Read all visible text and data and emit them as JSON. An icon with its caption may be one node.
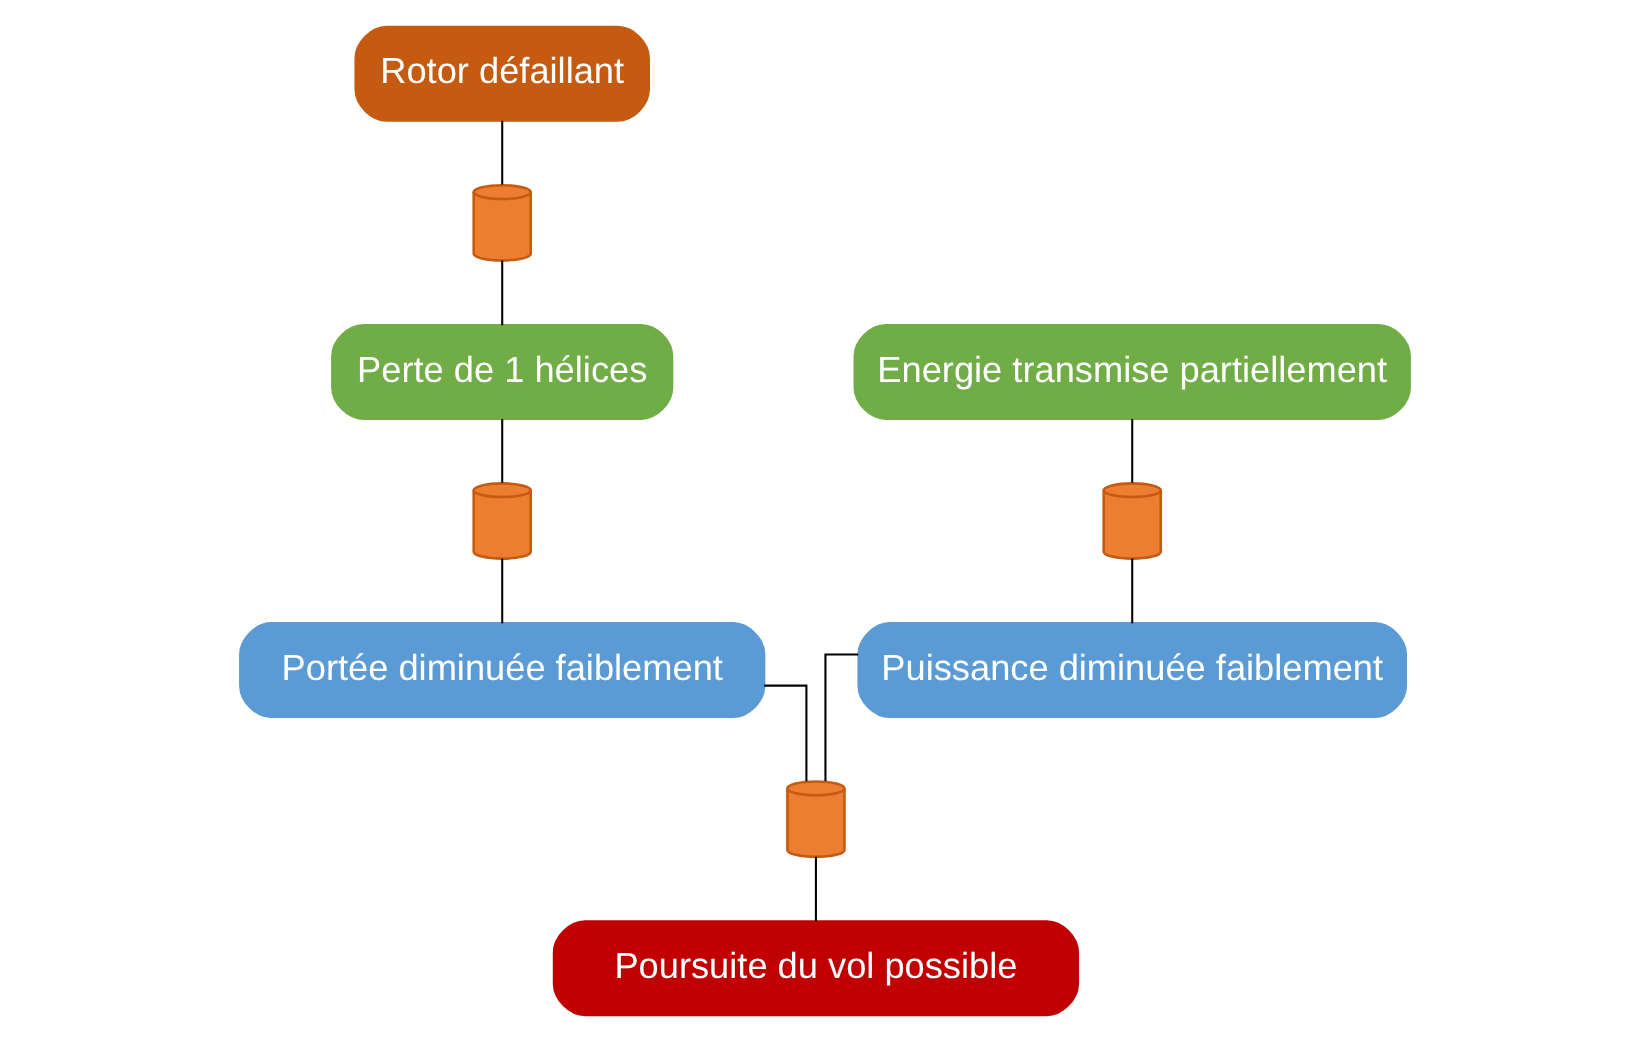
{
  "diagram": {
    "nodes": [
      {
        "text": [
          "Rotor défaillant"
        ]
      },
      {
        "text": [],
        "shape": "cylinder"
      },
      {
        "text": [
          "Energie transmise partiellement"
        ]
      },
      {
        "text": [
          "Perte de 1 hélices"
        ]
      },
      {
        "text": [],
        "shape": "cylinder"
      },
      {
        "text": [],
        "shape": "cylinder"
      },
      {
        "text": [
          "Puissance diminuée faiblement"
        ]
      },
      {
        "text": [
          "Portée diminuée faiblement"
        ]
      },
      {
        "text": [],
        "shape": "cylinder"
      },
      {
        "text": [
          "Poursuite du vol possible"
        ]
      }
    ],
    "edges": [
      {
        "from": 0,
        "to": 1,
        "arrow": "none"
      },
      {
        "from": 1,
        "to": 3,
        "arrow": "none"
      },
      {
        "from": 2,
        "to": 4,
        "arrow": "none"
      },
      {
        "from": 4,
        "to": 6,
        "arrow": "none"
      },
      {
        "from": 3,
        "to": 5,
        "arrow": "none"
      },
      {
        "from": 5,
        "to": 7,
        "arrow": "none"
      },
      {
        "from": 6,
        "to": 8,
        "arrow": "none"
      },
      {
        "from": 7,
        "to": 8,
        "arrow": "none"
      },
      {
        "from": 8,
        "to": 9,
        "arrow": "none"
      }
    ]
  }
}
